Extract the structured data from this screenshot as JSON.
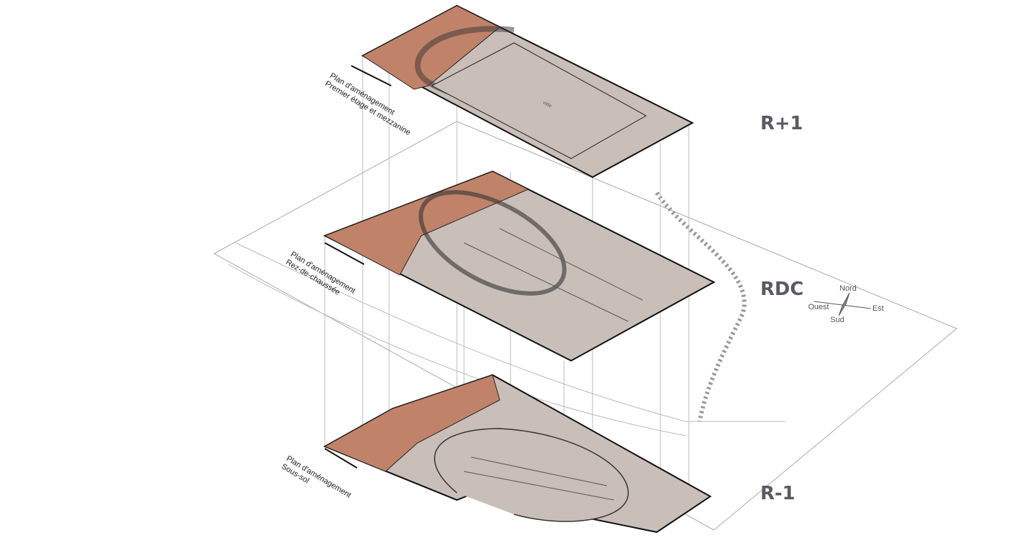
{
  "levels": {
    "upper": "R+1",
    "ground": "RDC",
    "basement": "R-1"
  },
  "captions": {
    "upper": {
      "line1": "Plan d'aménagement",
      "line2": "Premier étage et mezzanine"
    },
    "ground": {
      "line1": "Plan d'aménagement",
      "line2": "Rez-de-chaussée"
    },
    "basement": {
      "line1": "Plan d'aménagement",
      "line2": "Sous-sol"
    }
  },
  "plan_labels": {
    "void": "vide"
  },
  "compass": {
    "north": "Nord",
    "south": "Sud",
    "east": "Est",
    "west": "Ouest"
  },
  "colors": {
    "floor": "#c9beb8",
    "rooms": "#c08369",
    "level_text": "#5a5a62"
  }
}
